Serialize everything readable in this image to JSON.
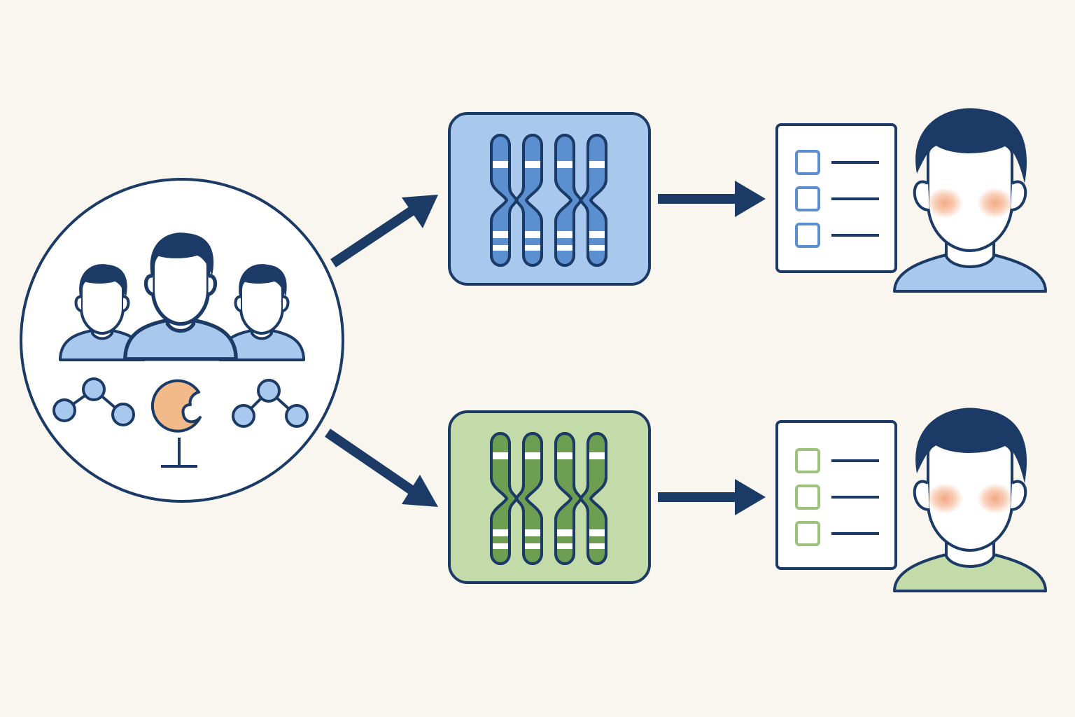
{
  "palette": {
    "background": "#f9f6f0",
    "navy": "#1b3a66",
    "light_blue": "#a9c8ee",
    "mid_blue": "#5b8fd0",
    "light_green": "#c2dba8",
    "mid_green": "#6e9e52",
    "orange": "#f2b98a",
    "cheek": "#f3a57c",
    "white": "#ffffff"
  },
  "population": {
    "people_count": 3,
    "molecule_groups": 2,
    "receptor_icon": "receptor-inhibitor-icon"
  },
  "branches": [
    {
      "id": "blue",
      "genotype_icon": "chromosome-pair-icon",
      "checklist_items": 3,
      "result_icon": "patient-avatar-icon"
    },
    {
      "id": "green",
      "genotype_icon": "chromosome-pair-icon",
      "checklist_items": 3,
      "result_icon": "patient-avatar-icon"
    }
  ]
}
